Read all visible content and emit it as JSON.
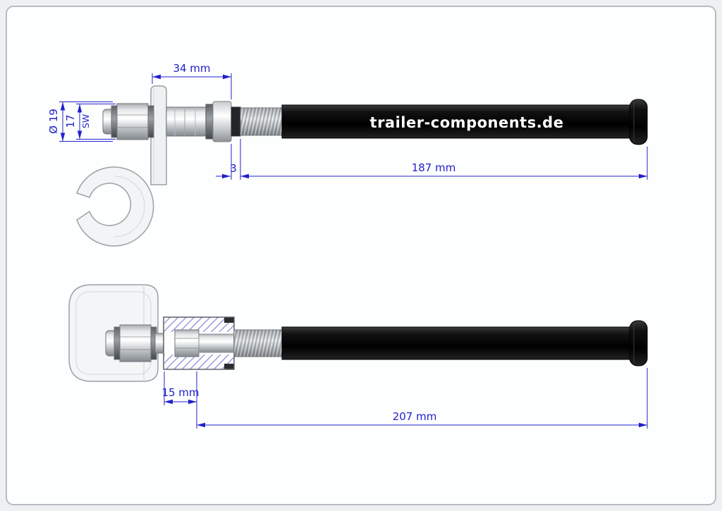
{
  "page": {
    "background": "#eef1f2",
    "sheet_fill": "#fdfefe",
    "sheet_border": "#b6bcc2"
  },
  "brand": {
    "watermark": "trailer-components.de"
  },
  "drawing": {
    "dimension_color": "#2121cc",
    "part_outline_color": "#9aa1a7",
    "shaft_color": "#0a0a0a",
    "dimensions": {
      "spindle_section_length": "34 mm",
      "flange_diameter": "Ø 19",
      "wrench_size": "17",
      "wrench_size_unit": "SW",
      "gap": "3",
      "shaft_length": "187 mm",
      "insert_depth": "15 mm",
      "overall_length": "207 mm"
    }
  }
}
